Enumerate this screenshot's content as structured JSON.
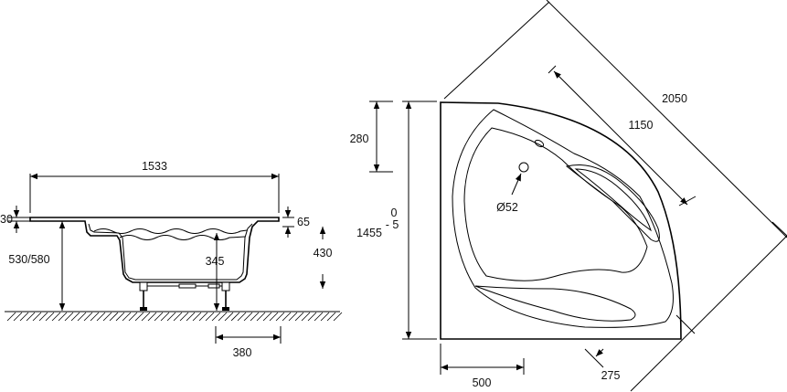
{
  "side_view": {
    "dim_length": "1533",
    "dim_rim_thickness": "30",
    "dim_rim_depth": "65",
    "dim_total_height": "530/580",
    "dim_inner_height": "345",
    "dim_drain_height": "430",
    "dim_drain_offset": "380"
  },
  "top_view": {
    "dim_top_depth": "280",
    "dim_side": "1455",
    "dim_tol_top": "0",
    "dim_tol_bottom": "- 5",
    "dim_drain_diameter": "Ø52",
    "dim_bottom_offset": "500",
    "dim_corner_offset": "275",
    "dim_inner_diagonal": "1150",
    "dim_outer_diagonal": "2050"
  }
}
